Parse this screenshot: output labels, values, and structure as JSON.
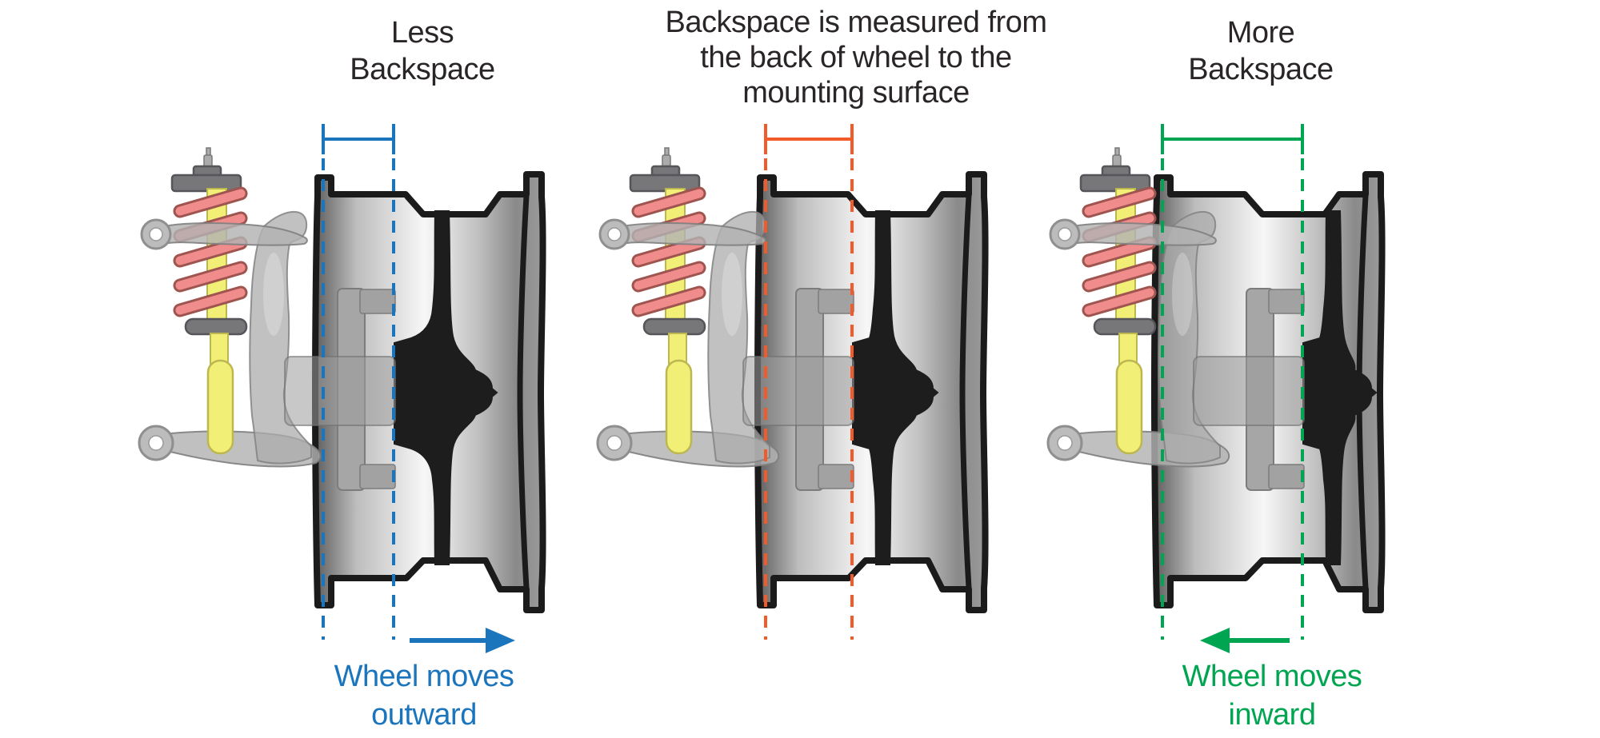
{
  "figure": {
    "description": "Wheel backspace comparison diagram with three wheel cross-sections and suspension assemblies",
    "title_color": "#2a2627",
    "background": "#ffffff",
    "panels": [
      {
        "id": "less-backspace",
        "title_lines": [
          "Less",
          "Backspace"
        ],
        "accent_color": "#1b75bc",
        "caption_lines": [
          "Wheel moves",
          "outward"
        ],
        "arrow_direction": "right"
      },
      {
        "id": "measurement-reference",
        "title_lines": [
          "Backspace is measured from",
          "the back of wheel to the",
          "mounting surface"
        ],
        "accent_color": "#f15a29",
        "caption_lines": [],
        "arrow_direction": "none"
      },
      {
        "id": "more-backspace",
        "title_lines": [
          "More",
          "Backspace"
        ],
        "accent_color": "#00a551",
        "caption_lines": [
          "Wheel moves",
          "inward"
        ],
        "arrow_direction": "left"
      }
    ],
    "illustration_colors": {
      "spring": "#f18c8c",
      "spring_outline": "#9e5550",
      "shock_yellow": "#f2ef76",
      "shock_outline": "#bcb751",
      "mount_gray": "#77777a",
      "mount_outline": "#56565a",
      "suspension_gray": "#b2b2b2",
      "suspension_edge": "#868686",
      "hub_gray": "#a6a6a6",
      "wheel_outline": "#1b1b1b",
      "disc_black": "#1d1d1d"
    }
  }
}
